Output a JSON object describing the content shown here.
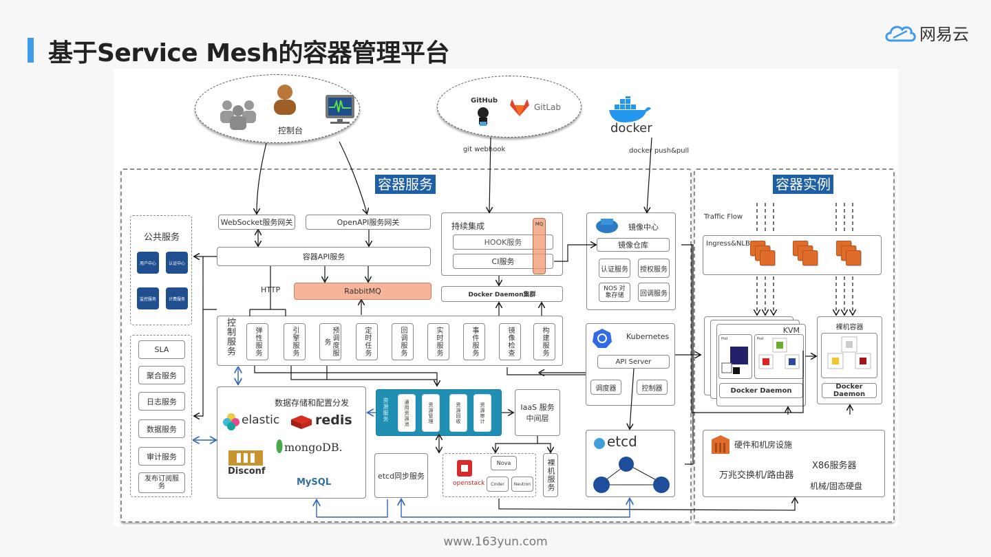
{
  "header": {
    "title": "基于Service Mesh的容器管理平台",
    "brand": "网易云",
    "accent_color": "#3d9be9"
  },
  "footer": {
    "url": "www.163yun.com"
  },
  "diagram": {
    "console": {
      "label": "控制台",
      "icons": [
        "users-icon",
        "user-icon",
        "monitor-icon"
      ]
    },
    "scm": {
      "github": "GitHub",
      "gitlab": "GitLab",
      "edge_label": "git webhook"
    },
    "docker": {
      "label": "docker",
      "edge_label": "docker push&pull"
    },
    "container_service": {
      "title": "容器服务",
      "websocket_gateway": "WebSocket服务网关",
      "openapi_gateway": "OpenAPI服务网关",
      "api_service": "容器API服务",
      "http_label": "HTTP",
      "rabbitmq": "RabbitMQ",
      "public_services": {
        "title": "公共服务",
        "items": [
          "用户中心",
          "认证中心",
          "监控服务",
          "计费服务"
        ]
      },
      "side_services": [
        "SLA",
        "聚合服务",
        "日志服务",
        "数据服务",
        "审计服务",
        "发布订阅服务"
      ],
      "ci": {
        "title": "持续集成",
        "mq": "MQ",
        "hook": "HOOK服务",
        "ci_service": "CI服务",
        "docker_daemon_cluster": "Docker Daemon集群"
      },
      "image_center": {
        "title": "镜像中心",
        "repo": "镜像仓库",
        "items": [
          "认证服务",
          "授权服务",
          "NOS 对象存储",
          "回调服务"
        ]
      },
      "control": {
        "title": "控制服务",
        "items": [
          "弹性服务",
          "引擎服务",
          "预调度服务",
          "定时任务",
          "回调服务",
          "实时服务",
          "事件服务",
          "镜像检查",
          "构建服务"
        ]
      },
      "storage": {
        "title": "数据存储和配置分发",
        "logos": [
          "elastic",
          "redis",
          "mongoDB.",
          "Disconf",
          "MySQL"
        ]
      },
      "resource": {
        "title": "资源服务",
        "items": [
          "通用资源池",
          "资源管理",
          "资源回收",
          "资源审计"
        ]
      },
      "iaas": "IaaS 服务中间层",
      "etcd_sync": "etcd同步服务",
      "openstack": {
        "label": "openstack",
        "items": [
          "Nova",
          "Cinder",
          "Neutron"
        ]
      },
      "bare_metal_service": "裸机服务",
      "kubernetes": {
        "title": "Kubernetes",
        "api_server": "API Server",
        "scheduler": "调度器",
        "controller": "控制器"
      },
      "etcd": {
        "title": "etcd"
      }
    },
    "container_instance": {
      "title": "容器实例",
      "traffic_flow": "Traffic Flow",
      "ingress": "Ingress&NLB",
      "kvm": "KVM",
      "pod_label": "Pod",
      "docker_daemon": "Docker Daemon",
      "bare_metal": "裸机容器",
      "infra": {
        "title": "硬件和机房设施",
        "items": [
          "X86服务器",
          "万兆交换机/路由器",
          "机械/固态硬盘"
        ]
      }
    }
  }
}
